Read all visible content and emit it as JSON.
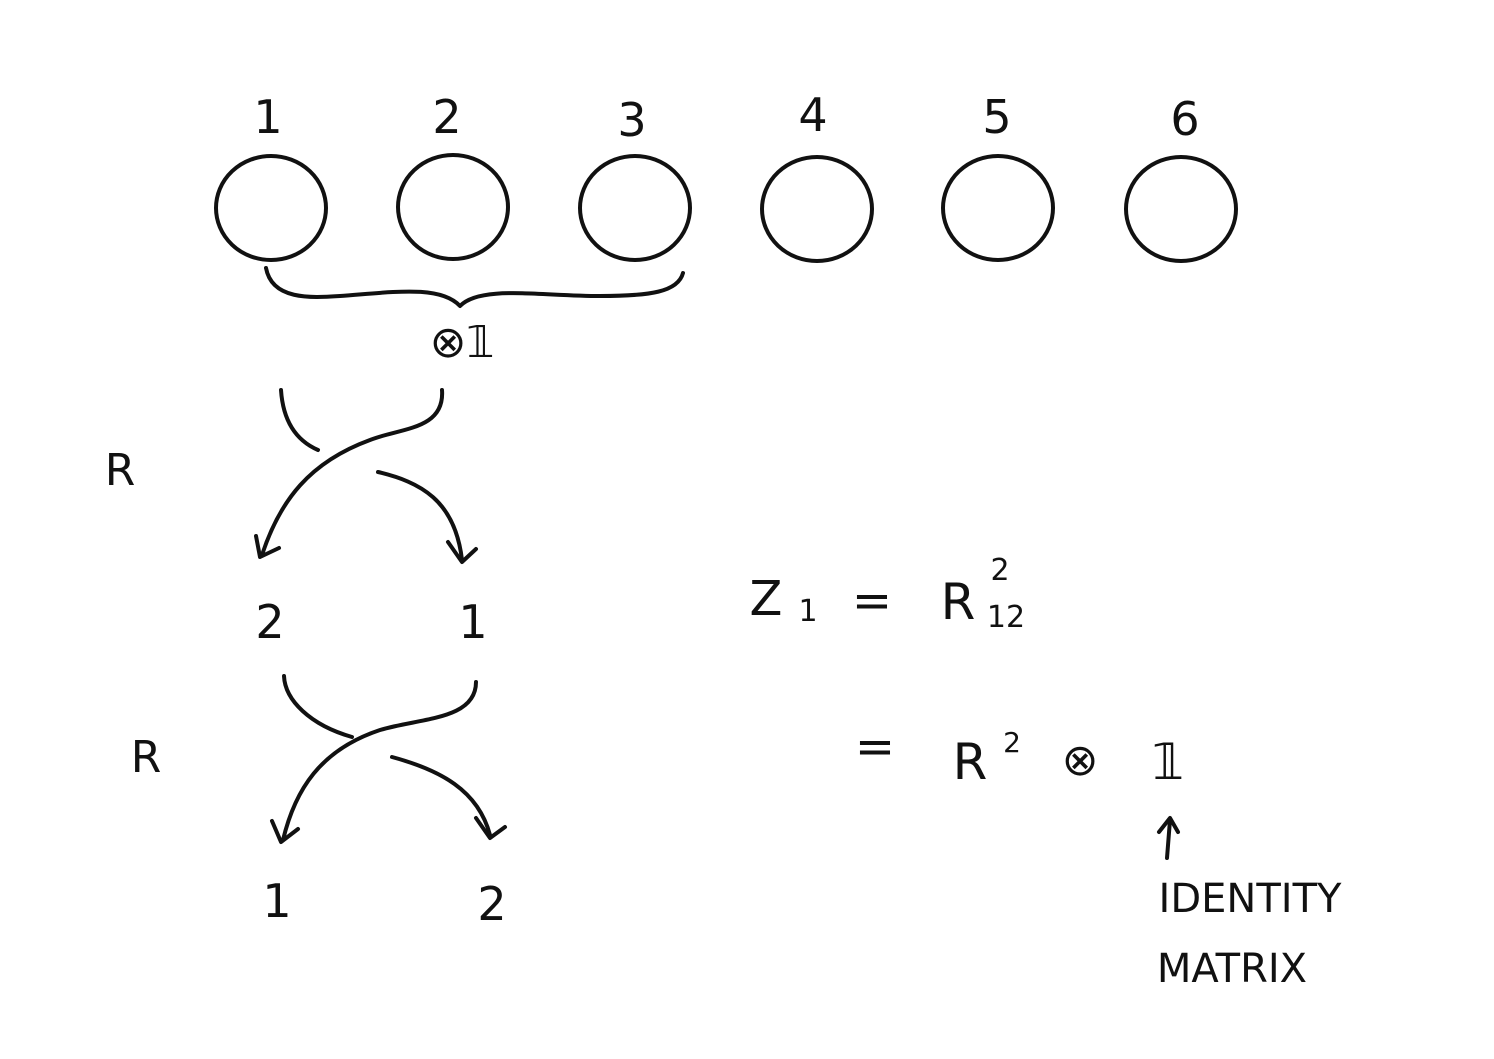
{
  "colors": {
    "ink": "#111111",
    "background": "#ffffff"
  },
  "particles": {
    "labels": [
      "1",
      "2",
      "3",
      "4",
      "5",
      "6"
    ]
  },
  "brace": {
    "label": "⊗𝟙"
  },
  "braid": {
    "step1_label": "R",
    "step2_label": "R",
    "middle_labels": [
      "2",
      "1"
    ],
    "bottom_labels": [
      "1",
      "2"
    ]
  },
  "equation": {
    "line1": {
      "lhs_var": "Z",
      "lhs_sub": "1",
      "eq": "=",
      "rhs_var": "R",
      "rhs_sub": "12",
      "rhs_sup": "2"
    },
    "line2": {
      "eq": "=",
      "rhs_var": "R",
      "rhs_sup": "2",
      "tensor": "⊗",
      "identity": "𝟙"
    }
  },
  "annotation": {
    "arrow_icon": "up-arrow-icon",
    "line1": "IDENTITY",
    "line2": "MATRIX"
  }
}
